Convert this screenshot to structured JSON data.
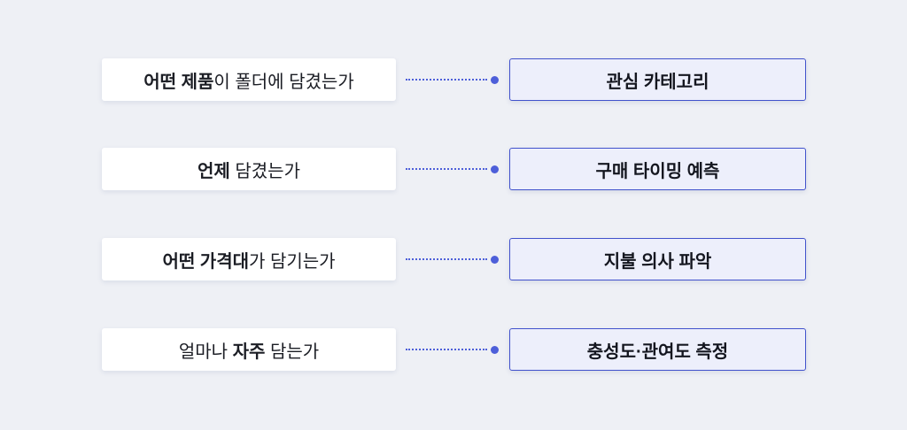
{
  "diagram": {
    "description": "mapping of cart/folder behaviors to customer insights",
    "accent_color": "#4152cc",
    "connector_color": "#4d5fd9",
    "rows": [
      {
        "left": {
          "pre": "",
          "bold": "어떤 제품",
          "post": "이 폴더에 담겼는가"
        },
        "right": {
          "label": "관심 카테고리"
        }
      },
      {
        "left": {
          "pre": "",
          "bold": "언제",
          "post": " 담겼는가"
        },
        "right": {
          "label": "구매 타이밍 예측"
        }
      },
      {
        "left": {
          "pre": "",
          "bold": "어떤 가격대",
          "post": "가 담기는가"
        },
        "right": {
          "label": "지불 의사 파악"
        }
      },
      {
        "left": {
          "pre": "얼마나 ",
          "bold": "자주",
          "post": " 담는가"
        },
        "right": {
          "label": "충성도·관여도 측정"
        }
      }
    ]
  }
}
